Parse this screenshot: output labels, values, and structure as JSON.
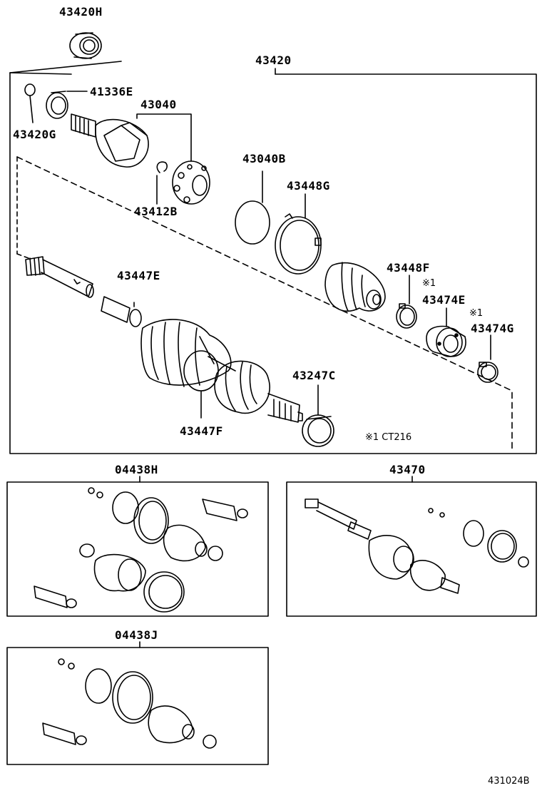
{
  "labels": {
    "p43420H": "43420H",
    "p43420": "43420",
    "p41336E": "41336E",
    "p43040": "43040",
    "p43420G": "43420G",
    "p43412B": "43412B",
    "p43040B": "43040B",
    "p43448G": "43448G",
    "p43447E": "43447E",
    "p43448F": "43448F",
    "note1a": "※1",
    "p43474E": "43474E",
    "note1b": "※1",
    "p43474G": "43474G",
    "p43247C": "43247C",
    "p43447F": "43447F",
    "ct_note": "※1 CT216",
    "p04438H": "04438H",
    "p43470": "43470",
    "p04438J": "04438J",
    "diagram_id": "431024B"
  }
}
